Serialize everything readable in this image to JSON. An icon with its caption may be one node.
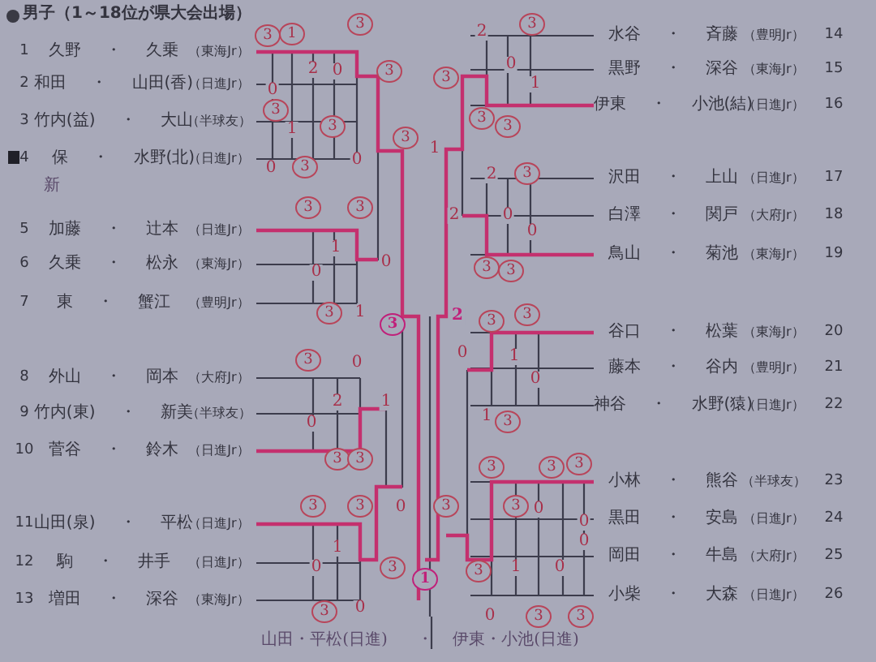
{
  "diagram": {
    "title": "男子（1～18位が県大会出場）",
    "labels": [
      "1",
      "久野 ・ 久乗",
      "（東海Jr）",
      "2",
      "和田 ・ 山田(香)",
      "（日進Jr）",
      "3",
      "竹内(益) ・ 大山",
      "（半球友）",
      "4",
      "保 ・ 水野(北)",
      "（日進Jr）",
      "5",
      "加藤 ・ 辻本",
      "（日進Jr）",
      "6",
      "久乗 ・ 松永",
      "（東海Jr）",
      "7",
      "東 ・ 蟹江",
      "（豊明Jr）",
      "8",
      "外山 ・ 岡本",
      "（大府Jr）",
      "9",
      "竹内(東) ・ 新美",
      "（半球友）",
      "10",
      "菅谷 ・ 鈴木",
      "（日進Jr）",
      "11",
      "山田(泉) ・ 平松",
      "（日進Jr）",
      "12",
      "駒 ・ 井手",
      "（日進Jr）",
      "13",
      "増田 ・ 深谷",
      "（東海Jr）",
      "新",
      "水谷 ・ 斉藤",
      "（豊明Jr）",
      "14",
      "黒野 ・ 深谷",
      "（東海Jr）",
      "15",
      "伊東 ・ 小池(結)",
      "（日進Jr）",
      "16",
      "沢田 ・ 上山",
      "（日進Jr）",
      "17",
      "白澤 ・ 関戸",
      "（大府Jr）",
      "18",
      "鳥山 ・ 菊池",
      "（東海Jr）",
      "19",
      "谷口 ・ 松葉",
      "（東海Jr）",
      "20",
      "藤本 ・ 谷内",
      "（豊明Jr）",
      "21",
      "神谷 ・ 水野(猿)",
      "（日進Jr）",
      "22",
      "小林 ・ 熊谷",
      "（半球友）",
      "23",
      "黒田 ・ 安島",
      "（日進Jr）",
      "24",
      "岡田 ・ 牛島",
      "（大府Jr）",
      "25",
      "小柴 ・ 大森",
      "（日進Jr）",
      "26",
      "3",
      "1",
      "3",
      "2",
      "0",
      "3",
      "0",
      "3",
      "1",
      "3",
      "3",
      "0",
      "3",
      "0",
      "3",
      "3",
      "1",
      "0",
      "0",
      "3",
      "1",
      "3",
      "3",
      "0",
      "2",
      "0",
      "1",
      "3",
      "3",
      "3",
      "3",
      "0",
      "1",
      "0",
      "3",
      "3",
      "0",
      "1",
      "3",
      "3",
      "1",
      "2",
      "2",
      "3",
      "0",
      "1",
      "3",
      "3",
      "3",
      "2",
      "3",
      "0",
      "0",
      "2",
      "3",
      "3",
      "3",
      "3",
      "0",
      "1",
      "0",
      "1",
      "3",
      "3",
      "3",
      "3",
      "3",
      "0",
      "0",
      "0",
      "1",
      "0",
      "0",
      "3",
      "3",
      "山田・平松(日進)",
      "・",
      "伊東・小池(日進)"
    ]
  }
}
